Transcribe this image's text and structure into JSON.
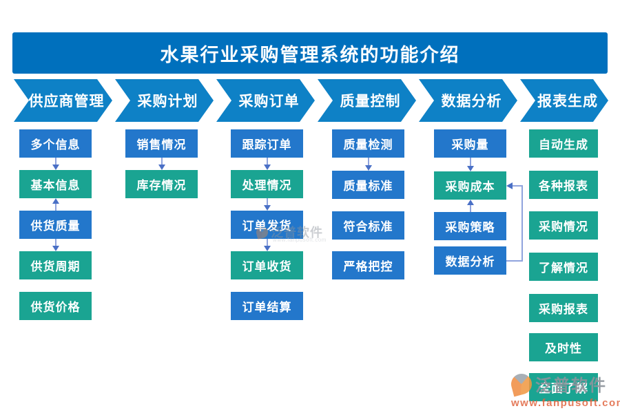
{
  "title": "水果行业采购管理系统的功能介绍",
  "colors": {
    "title_bar": "#0070bd",
    "stage_chevron": "#0e81c6",
    "box_blue": "#2377cb",
    "box_teal": "#1aa492",
    "connector_line": "#8fa3dd",
    "connector_head": "#4a70c6",
    "watermark_text": "#8d949c",
    "watermark_url": "#e0643f"
  },
  "columns": [
    {
      "header": "供应商管理",
      "items": [
        {
          "label": "多个信息",
          "color": "blue",
          "connector_to_next": "down"
        },
        {
          "label": "基本信息",
          "color": "teal",
          "connector_to_next": "up"
        },
        {
          "label": "供货质量",
          "color": "blue",
          "connector_to_next": "down"
        },
        {
          "label": "供货周期",
          "color": "teal",
          "connector_to_next": "none"
        },
        {
          "label": "供货价格",
          "color": "teal",
          "connector_to_next": "none"
        }
      ]
    },
    {
      "header": "采购计划",
      "items": [
        {
          "label": "销售情况",
          "color": "blue",
          "connector_to_next": "down"
        },
        {
          "label": "库存情况",
          "color": "teal",
          "connector_to_next": "none"
        }
      ]
    },
    {
      "header": "采购订单",
      "items": [
        {
          "label": "跟踪订单",
          "color": "blue",
          "connector_to_next": "down"
        },
        {
          "label": "处理情况",
          "color": "teal",
          "connector_to_next": "down"
        },
        {
          "label": "订单发货",
          "color": "blue",
          "connector_to_next": "down"
        },
        {
          "label": "订单收货",
          "color": "teal",
          "connector_to_next": "none"
        },
        {
          "label": "订单结算",
          "color": "blue",
          "connector_to_next": "none"
        }
      ]
    },
    {
      "header": "质量控制",
      "items": [
        {
          "label": "质量检测",
          "color": "blue",
          "connector_to_next": "down"
        },
        {
          "label": "质量标准",
          "color": "blue",
          "connector_to_next": "none"
        },
        {
          "label": "符合标准",
          "color": "blue",
          "connector_to_next": "none"
        },
        {
          "label": "严格把控",
          "color": "blue",
          "connector_to_next": "none"
        }
      ]
    },
    {
      "header": "数据分析",
      "items": [
        {
          "label": "采购量",
          "color": "blue",
          "connector_to_next": "down"
        },
        {
          "label": "采购成本",
          "color": "teal",
          "connector_to_next": "up"
        },
        {
          "label": "采购策略",
          "color": "blue",
          "connector_to_next": "none"
        },
        {
          "label": "数据分析",
          "color": "blue",
          "connector_to_next": "none"
        }
      ]
    },
    {
      "header": "报表生成",
      "items": [
        {
          "label": "自动生成",
          "color": "teal",
          "connector_to_next": "none"
        },
        {
          "label": "各种报表",
          "color": "teal",
          "connector_to_next": "none"
        },
        {
          "label": "采购情况",
          "color": "teal",
          "connector_to_next": "none"
        },
        {
          "label": "了解情况",
          "color": "teal",
          "connector_to_next": "none"
        },
        {
          "label": "采购报表",
          "color": "teal",
          "connector_to_next": "none"
        },
        {
          "label": "及时性",
          "color": "teal",
          "connector_to_next": "none"
        },
        {
          "label": "全面了解",
          "color": "teal",
          "connector_to_next": "none"
        }
      ]
    }
  ],
  "extra_connectors": [
    {
      "type": "elbow",
      "from": "数据分析",
      "to": "采购成本",
      "direction": "right-up-left"
    }
  ],
  "watermark": {
    "brand": "泛普软件",
    "url": "www.fanpusoft.com"
  }
}
